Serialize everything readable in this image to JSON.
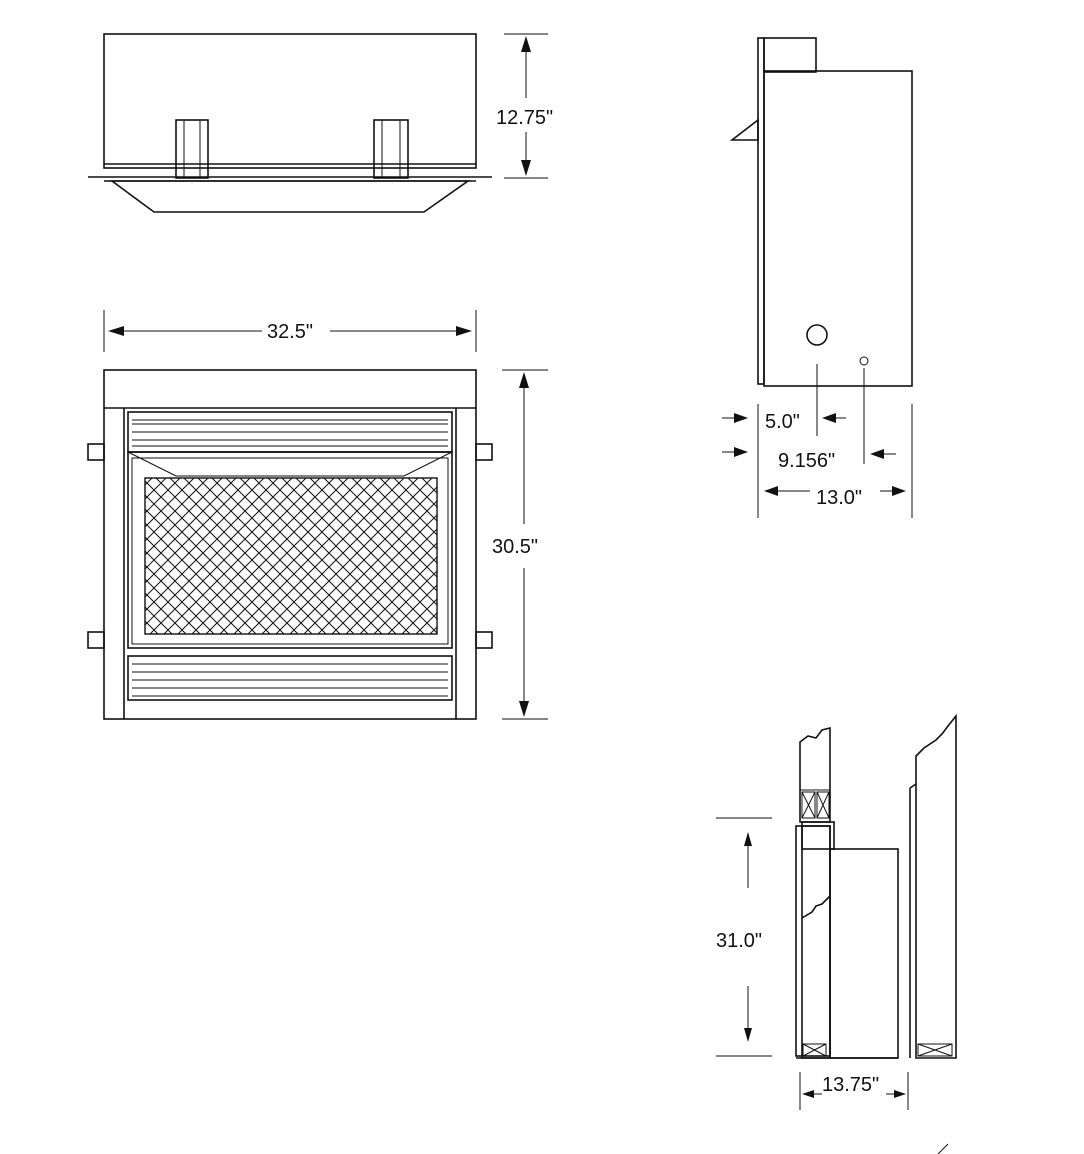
{
  "dimensions": {
    "top_depth": "12.75\"",
    "front_width": "32.5\"",
    "front_height": "30.5\"",
    "side_inlet": "5.0\"",
    "side_gas": "9.156\"",
    "side_depth": "13.0\"",
    "install_height": "31.0\"",
    "install_depth": "13.75\""
  }
}
